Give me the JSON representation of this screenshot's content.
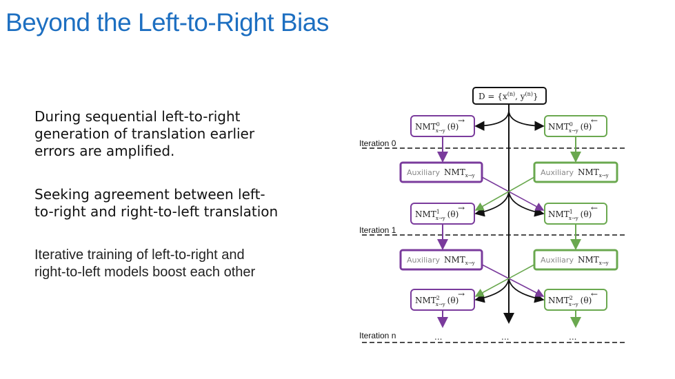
{
  "slide": {
    "title": "Beyond the Left-to-Right Bias",
    "bullets": [
      [
        "During sequential left-to-right",
        "generation of translation earlier",
        "errors are amplified."
      ],
      [
        "Seeking agreement between left-",
        "to-right and right-to-left translation"
      ],
      [
        "Iterative training of left-to-right and",
        "right-to-left models boost each other"
      ]
    ]
  },
  "diagram": {
    "dataset": {
      "label": "D = {x",
      "sup_n": "(n)",
      "sep": ", y",
      "sup_n2": "(n)",
      "close": "}"
    },
    "iterations": [
      "Iteration 0",
      "Iteration 1",
      "Iteration n"
    ],
    "nmt_label": "NMT",
    "sub_label": "x→y",
    "theta": "(θ)",
    "arrow_right": "→",
    "arrow_left": "←",
    "aux_word": "Auxiliary",
    "levels": [
      "0",
      "1",
      "2"
    ],
    "ellipsis": "...",
    "colors": {
      "left": "#7a3b9c",
      "right": "#6aa84f",
      "center": "#111111",
      "title": "#1d6fc1"
    }
  }
}
